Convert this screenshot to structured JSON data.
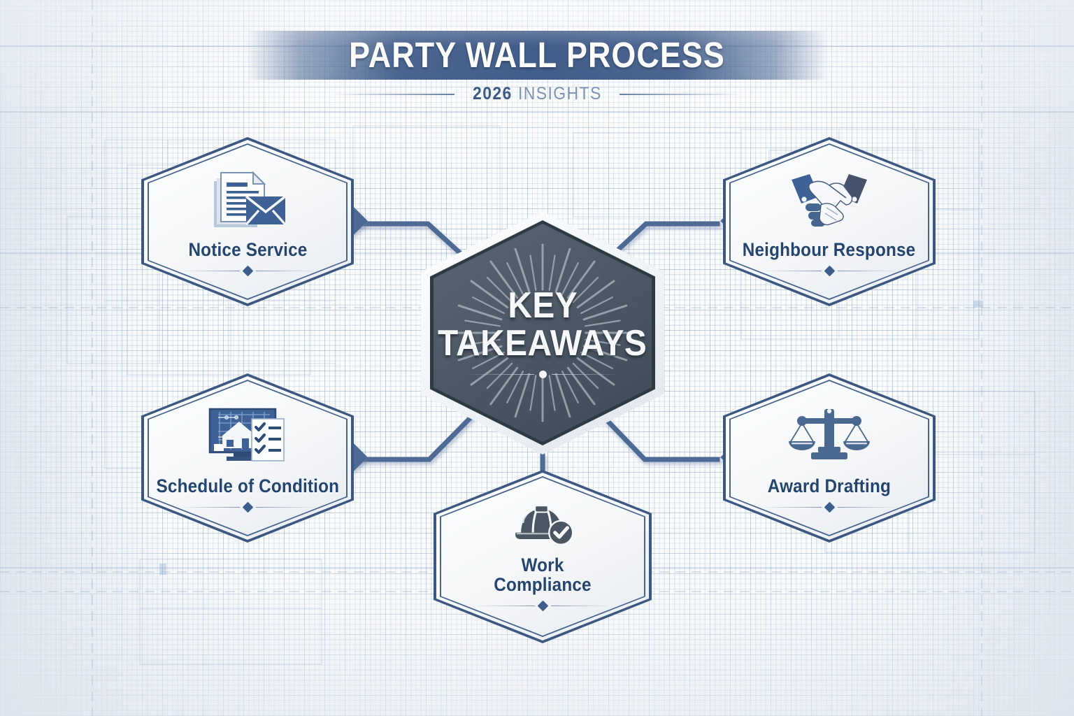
{
  "header": {
    "title": "PARTY WALL PROCESS",
    "subtitle_year": "2026",
    "subtitle_word": "INSIGHTS"
  },
  "center": {
    "line1": "KEY",
    "line2": "TAKEAWAYS"
  },
  "nodes": [
    {
      "id": "notice-service",
      "label": "Notice Service",
      "icon": "document-envelope-icon"
    },
    {
      "id": "neighbour-response",
      "label": "Neighbour Response",
      "icon": "handshake-icon"
    },
    {
      "id": "schedule-of-condition",
      "label": "Schedule of Condition",
      "icon": "blueprint-checklist-icon"
    },
    {
      "id": "award-drafting",
      "label": "Award Drafting",
      "icon": "scales-of-justice-icon"
    },
    {
      "id": "work-compliance",
      "label": "Work\nCompliance",
      "icon": "hard-hat-check-icon"
    }
  ],
  "colors": {
    "brand_blue": "#3d5a86",
    "band_blue": "#425d89",
    "node_border": "#3c5880",
    "center_dark": "#4d5865",
    "label_text": "#24456f",
    "connector": "#4d6a95",
    "grid_line": "#96acc7"
  },
  "connectors": [
    {
      "from": "notice-service",
      "to": "key-takeaways",
      "marker": "diamond"
    },
    {
      "from": "neighbour-response",
      "to": "key-takeaways",
      "marker": "diamond"
    },
    {
      "from": "schedule-of-condition",
      "to": "key-takeaways",
      "marker": "diamond"
    },
    {
      "from": "award-drafting",
      "to": "key-takeaways",
      "marker": "diamond"
    },
    {
      "from": "work-compliance",
      "to": "key-takeaways",
      "marker": "none"
    }
  ]
}
